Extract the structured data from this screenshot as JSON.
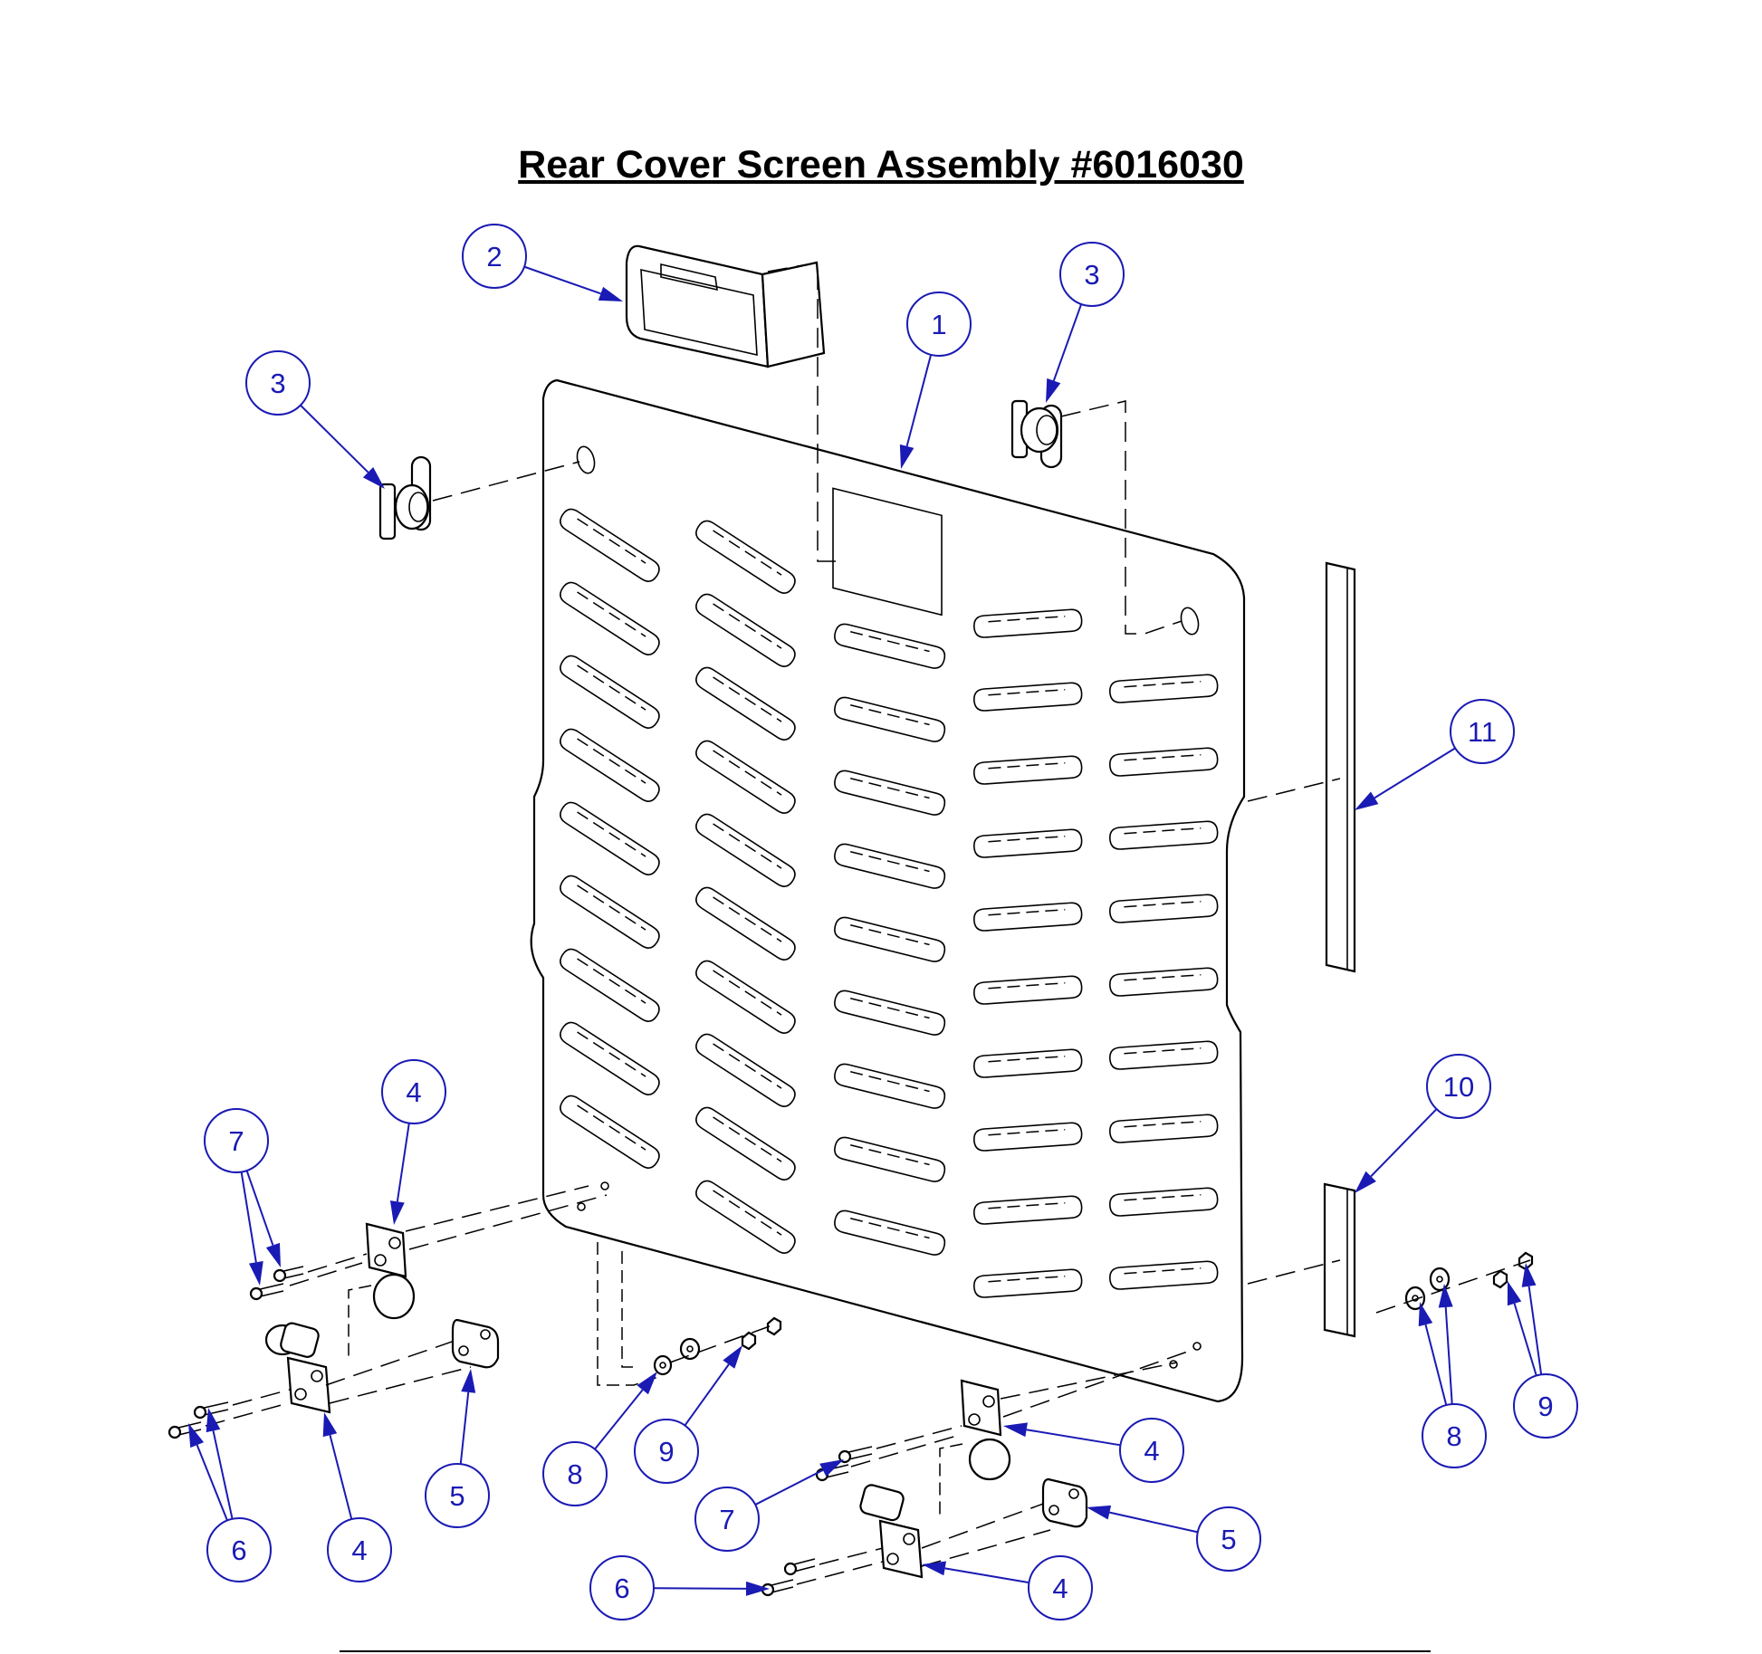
{
  "title": "Rear Cover Screen Assembly #6016030",
  "callouts": [
    {
      "id": "c1",
      "label": "1"
    },
    {
      "id": "c2",
      "label": "2"
    },
    {
      "id": "c3a",
      "label": "3"
    },
    {
      "id": "c3b",
      "label": "3"
    },
    {
      "id": "c4a",
      "label": "4"
    },
    {
      "id": "c4b",
      "label": "4"
    },
    {
      "id": "c4c",
      "label": "4"
    },
    {
      "id": "c4d",
      "label": "4"
    },
    {
      "id": "c5a",
      "label": "5"
    },
    {
      "id": "c5b",
      "label": "5"
    },
    {
      "id": "c6a",
      "label": "6"
    },
    {
      "id": "c6b",
      "label": "6"
    },
    {
      "id": "c7a",
      "label": "7"
    },
    {
      "id": "c7b",
      "label": "7"
    },
    {
      "id": "c8a",
      "label": "8"
    },
    {
      "id": "c8b",
      "label": "8"
    },
    {
      "id": "c9a",
      "label": "9"
    },
    {
      "id": "c9b",
      "label": "9"
    },
    {
      "id": "c10",
      "label": "10"
    },
    {
      "id": "c11",
      "label": "11"
    }
  ],
  "colors": {
    "callout": "#1a1ab4",
    "line": "#000000",
    "background": "#ffffff"
  }
}
